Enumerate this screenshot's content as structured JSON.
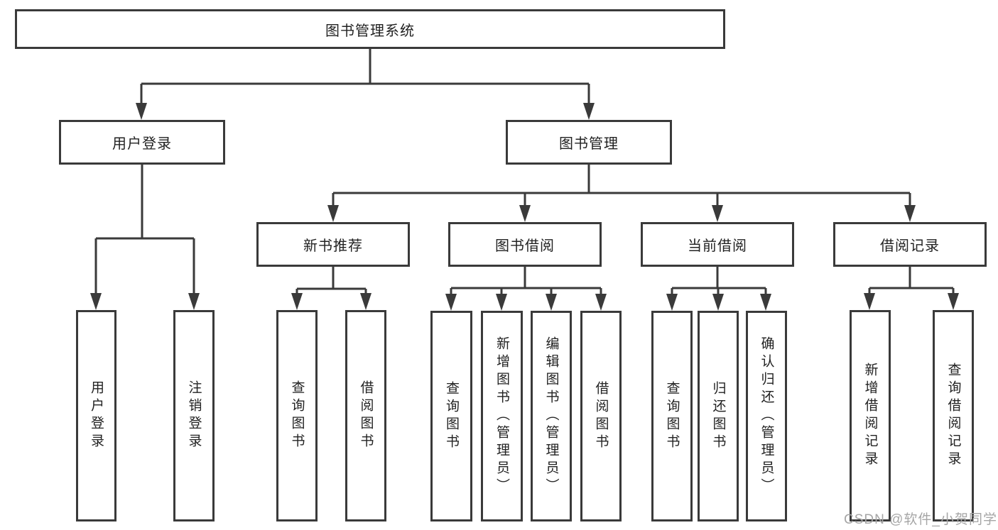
{
  "colors": {
    "line": "#3a3a3a",
    "box_border": "#3a3a3a",
    "text": "#222222",
    "background": "#ffffff",
    "watermark": "#a6a6a6"
  },
  "watermark": {
    "text": "CSDN @软件_小贺同学"
  },
  "tree": {
    "root": {
      "label": "图书管理系统",
      "children": [
        {
          "label": "用户登录",
          "children": [
            {
              "label": "用户登录"
            },
            {
              "label": "注销登录"
            }
          ]
        },
        {
          "label": "图书管理",
          "children": [
            {
              "label": "新书推荐",
              "children": [
                {
                  "label": "查询图书"
                },
                {
                  "label": "借阅图书"
                }
              ]
            },
            {
              "label": "图书借阅",
              "children": [
                {
                  "label": "查询图书"
                },
                {
                  "label": "新增图书（管理员）"
                },
                {
                  "label": "编辑图书（管理员）"
                },
                {
                  "label": "借阅图书"
                }
              ]
            },
            {
              "label": "当前借阅",
              "children": [
                {
                  "label": "查询图书"
                },
                {
                  "label": "归还图书"
                },
                {
                  "label": "确认归还（管理员）"
                }
              ]
            },
            {
              "label": "借阅记录",
              "children": [
                {
                  "label": "新增借阅记录"
                },
                {
                  "label": "查询借阅记录"
                }
              ]
            }
          ]
        }
      ]
    }
  }
}
